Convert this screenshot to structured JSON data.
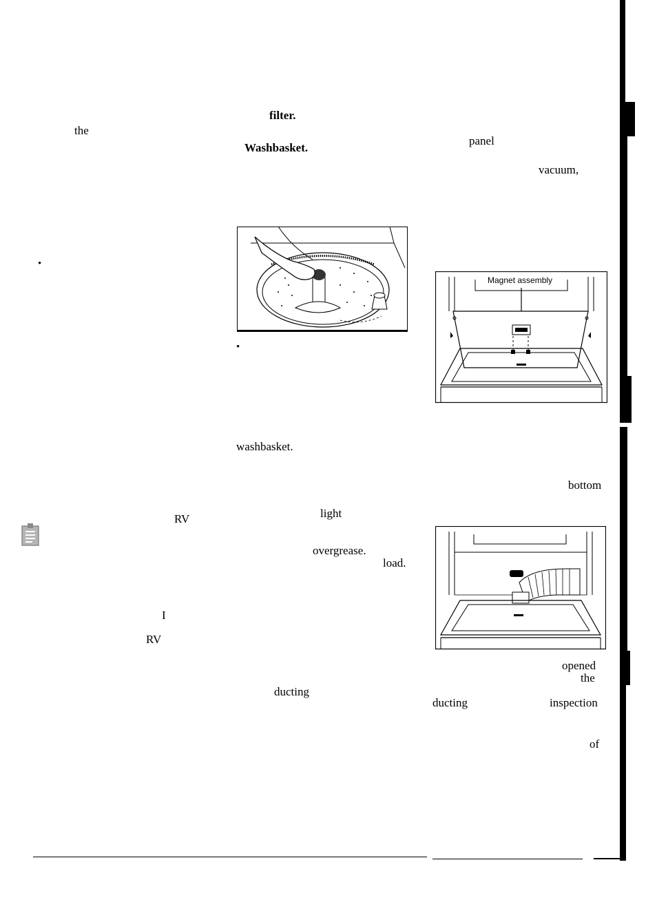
{
  "column1": {
    "word_the": "the",
    "bullet": "•",
    "word_rv_1": "RV",
    "word_i": "I",
    "word_rv_2": "RV"
  },
  "column2": {
    "word_filter": "filter.",
    "word_washbasket_heading": "Washbasket.",
    "bullet": "•",
    "word_washbasket": "washbasket.",
    "word_light": "light",
    "word_overgrease": "overgrease.",
    "word_load": "load.",
    "word_ducting": "ducting"
  },
  "column3": {
    "word_panel": "panel",
    "word_vacuum": "vacuum,",
    "figure1_label": "Magnet assembly",
    "word_bottom": "bottom",
    "word_opened": "opened",
    "word_the": "the",
    "word_ducting": "ducting",
    "word_inspection": "inspection",
    "word_of": "of"
  },
  "icons": {
    "note_icon": "notepad-icon",
    "figure_washbasket": "washbasket-agitator-illustration",
    "figure_magnet": "dryer-magnet-assembly-illustration",
    "figure_ducting": "dryer-ducting-illustration"
  },
  "colors": {
    "ink": "#000000",
    "icon_gray": "#9a9a9a"
  }
}
